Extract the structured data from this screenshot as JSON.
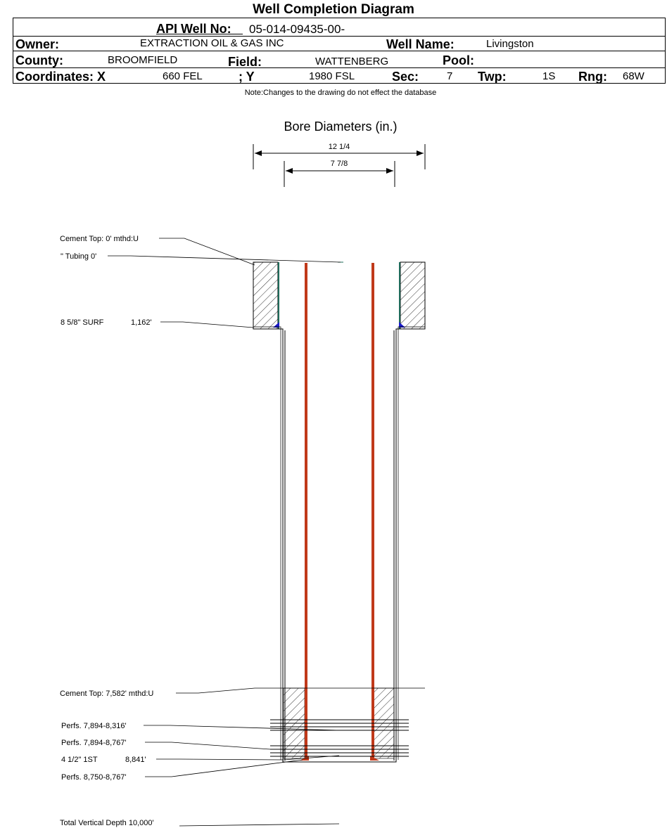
{
  "header": {
    "title": "Well Completion Diagram",
    "api_label": "API Well No:",
    "api_value": "05-014-09435-00-",
    "owner_label": "Owner:",
    "owner_value": "EXTRACTION OIL & GAS INC",
    "well_name_label": "Well Name:",
    "well_name_value": "Livingston",
    "county_label": "County:",
    "county_value": "BROOMFIELD",
    "field_label": "Field:",
    "field_value": "WATTENBERG",
    "pool_label": "Pool:",
    "pool_value": "",
    "coordinates_label": "Coordinates: X",
    "x_value": "660 FEL",
    "y_label": "; Y",
    "y_value": "1980 FSL",
    "sec_label": "Sec:",
    "sec_value": "7",
    "twp_label": "Twp:",
    "twp_value": "1S",
    "rng_label": "Rng:",
    "rng_value": "68W"
  },
  "note": "Note:Changes to the drawing do not effect the database",
  "diagram": {
    "bore_title": "Bore Diameters (in.)",
    "bore_outer": "12 1/4",
    "bore_inner": "7 7/8",
    "annotations": {
      "cement_top_surface": "Cement Top: 0' mthd:U",
      "tubing": "\" Tubing 0'",
      "surface_casing": "8 5/8\" SURF",
      "surface_casing_depth": "1,162'",
      "cement_top_production": "Cement Top: 7,582' mthd:U",
      "perfs_1": "Perfs. 7,894-8,316'",
      "perfs_2": "Perfs. 7,894-8,767'",
      "production_casing": "4 1/2\" 1ST",
      "production_casing_depth": "8,841'",
      "perfs_3": "Perfs. 8,750-8,767'",
      "total_depth": "Total Vertical Depth 10,000'"
    }
  },
  "colors": {
    "tubing": "#c0391a",
    "casing_liner": "#1f6b5a",
    "shoe": "#1a1acc",
    "hatch": "#000000"
  }
}
